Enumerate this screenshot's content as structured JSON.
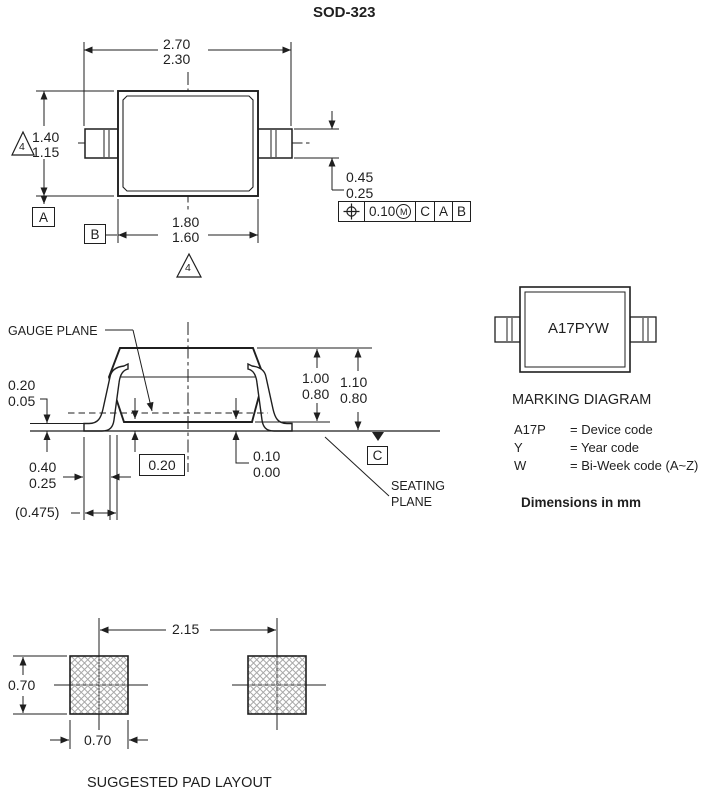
{
  "title": "SOD-323",
  "top_view": {
    "dim_top_width": {
      "max": "2.70",
      "min": "2.30"
    },
    "dim_left_height": {
      "max": "1.40",
      "min": "1.15"
    },
    "dim_bottom_width": {
      "max": "1.80",
      "min": "1.60"
    },
    "dim_lead_width": {
      "max": "0.45",
      "min": "0.25"
    },
    "triangle_note": "4",
    "datum_a": "A",
    "datum_b": "B",
    "fcf": {
      "position_symbol": "⌖",
      "tolerance": "0.10",
      "material_modifier": "M",
      "datum_refs": [
        "C",
        "A",
        "B"
      ]
    }
  },
  "side_view": {
    "gauge_plane_label": "GAUGE PLANE",
    "seating_plane_label_line1": "SEATING",
    "seating_plane_label_line2": "PLANE",
    "dim_lead_entry": {
      "max": "0.20",
      "min": "0.05"
    },
    "dim_body_height": {
      "max": "1.00",
      "min": "0.80"
    },
    "dim_total_height": {
      "max": "1.10",
      "min": "0.80"
    },
    "dim_lead_thickness_boxed": "0.20",
    "dim_standoff": {
      "max": "0.10",
      "min": "0.00"
    },
    "dim_foot_length": {
      "max": "0.40",
      "min": "0.25"
    },
    "dim_ref_length": "(0.475)",
    "datum_c": "C"
  },
  "marking": {
    "package_code": "A17PYW",
    "heading": "MARKING DIAGRAM",
    "legend": [
      {
        "code": "A17P",
        "meaning": "= Device code"
      },
      {
        "code": "Y",
        "meaning": "= Year code"
      },
      {
        "code": "W",
        "meaning": "= Bi-Week code (A~Z)"
      }
    ],
    "units_note": "Dimensions in mm"
  },
  "pad_layout": {
    "caption": "SUGGESTED PAD LAYOUT",
    "dim_pitch": "2.15",
    "dim_pad_height": "0.70",
    "dim_pad_width": "0.70"
  }
}
